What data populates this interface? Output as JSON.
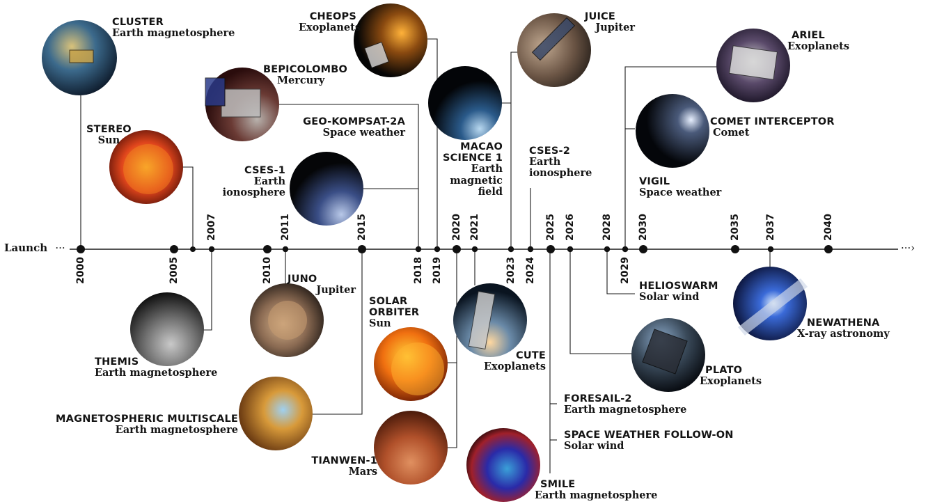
{
  "timeline": {
    "start_label": "Launch",
    "start_ellipsis": "···",
    "end_ellipsis": "···›",
    "years": [
      {
        "label": "2000",
        "side": "below"
      },
      {
        "label": "2005",
        "side": "below"
      },
      {
        "label": "2007",
        "side": "above"
      },
      {
        "label": "2010",
        "side": "below"
      },
      {
        "label": "2011",
        "side": "above"
      },
      {
        "label": "2015",
        "side": "above"
      },
      {
        "label": "2018",
        "side": "below"
      },
      {
        "label": "2019",
        "side": "below"
      },
      {
        "label": "2020",
        "side": "above"
      },
      {
        "label": "2021",
        "side": "above"
      },
      {
        "label": "2023",
        "side": "below"
      },
      {
        "label": "2024",
        "side": "below"
      },
      {
        "label": "2025",
        "side": "above"
      },
      {
        "label": "2026",
        "side": "above"
      },
      {
        "label": "2028",
        "side": "above"
      },
      {
        "label": "2029",
        "side": "below"
      },
      {
        "label": "2030",
        "side": "above"
      },
      {
        "label": "2035",
        "side": "above"
      },
      {
        "label": "2037",
        "side": "above"
      },
      {
        "label": "2040",
        "side": "above"
      }
    ]
  },
  "missions": [
    {
      "id": "cluster",
      "name": "CLUSTER",
      "subject": "Earth magnetosphere",
      "year": "2000"
    },
    {
      "id": "stereo",
      "name": "STEREO",
      "subject": "Sun",
      "year": "2006"
    },
    {
      "id": "themis",
      "name": "THEMIS",
      "subject": "Earth magnetosphere",
      "year": "2007"
    },
    {
      "id": "juno",
      "name": "JUNO",
      "subject": "Jupiter",
      "year": "2011"
    },
    {
      "id": "mms",
      "name": "MAGNETOSPHERIC MULTISCALE",
      "subject": "Earth magnetosphere",
      "year": "2015"
    },
    {
      "id": "bepicolombo",
      "name": "BEPICOLOMBO",
      "subject": "Mercury",
      "year": "2018"
    },
    {
      "id": "geokompsat",
      "name": "GEO-KOMPSAT-2A",
      "subject": "Space weather",
      "year": "2018"
    },
    {
      "id": "cses1",
      "name": "CSES-1",
      "subject": "Earth\nionosphere",
      "year": "2018"
    },
    {
      "id": "cheops",
      "name": "CHEOPS",
      "subject": "Exoplanets",
      "year": "2019"
    },
    {
      "id": "macao",
      "name": "MACAO\nSCIENCE 1",
      "subject": "Earth\nmagnetic\nfield",
      "year": "2023"
    },
    {
      "id": "juice",
      "name": "JUICE",
      "subject": "Jupiter",
      "year": "2023"
    },
    {
      "id": "cses2",
      "name": "CSES-2",
      "subject": "Earth\nionosphere",
      "year": "2024"
    },
    {
      "id": "solarorbiter",
      "name": "SOLAR\nORBITER",
      "subject": "Sun",
      "year": "2020"
    },
    {
      "id": "tianwen",
      "name": "TIANWEN-1",
      "subject": "Mars",
      "year": "2020"
    },
    {
      "id": "cute",
      "name": "CUTE",
      "subject": "Exoplanets",
      "year": "2021"
    },
    {
      "id": "foresail",
      "name": "FORESAIL-2",
      "subject": "Earth magnetosphere",
      "year": "2025"
    },
    {
      "id": "swfo",
      "name": "SPACE WEATHER FOLLOW-ON",
      "subject": "Solar wind",
      "year": "2025"
    },
    {
      "id": "smile",
      "name": "SMILE",
      "subject": "Earth magnetosphere",
      "year": "2025"
    },
    {
      "id": "plato",
      "name": "PLATO",
      "subject": "Exoplanets",
      "year": "2026"
    },
    {
      "id": "helioswarm",
      "name": "HELIOSWARM",
      "subject": "Solar wind",
      "year": "2028"
    },
    {
      "id": "ariel",
      "name": "ARIEL",
      "subject": "Exoplanets",
      "year": "2029"
    },
    {
      "id": "cometinterceptor",
      "name": "COMET INTERCEPTOR",
      "subject": "Comet",
      "year": "2029"
    },
    {
      "id": "vigil",
      "name": "VIGIL",
      "subject": "Space weather",
      "year": "2029"
    },
    {
      "id": "newathena",
      "name": "NEWATHENA",
      "subject": "X-ray astronomy",
      "year": "2037"
    }
  ]
}
